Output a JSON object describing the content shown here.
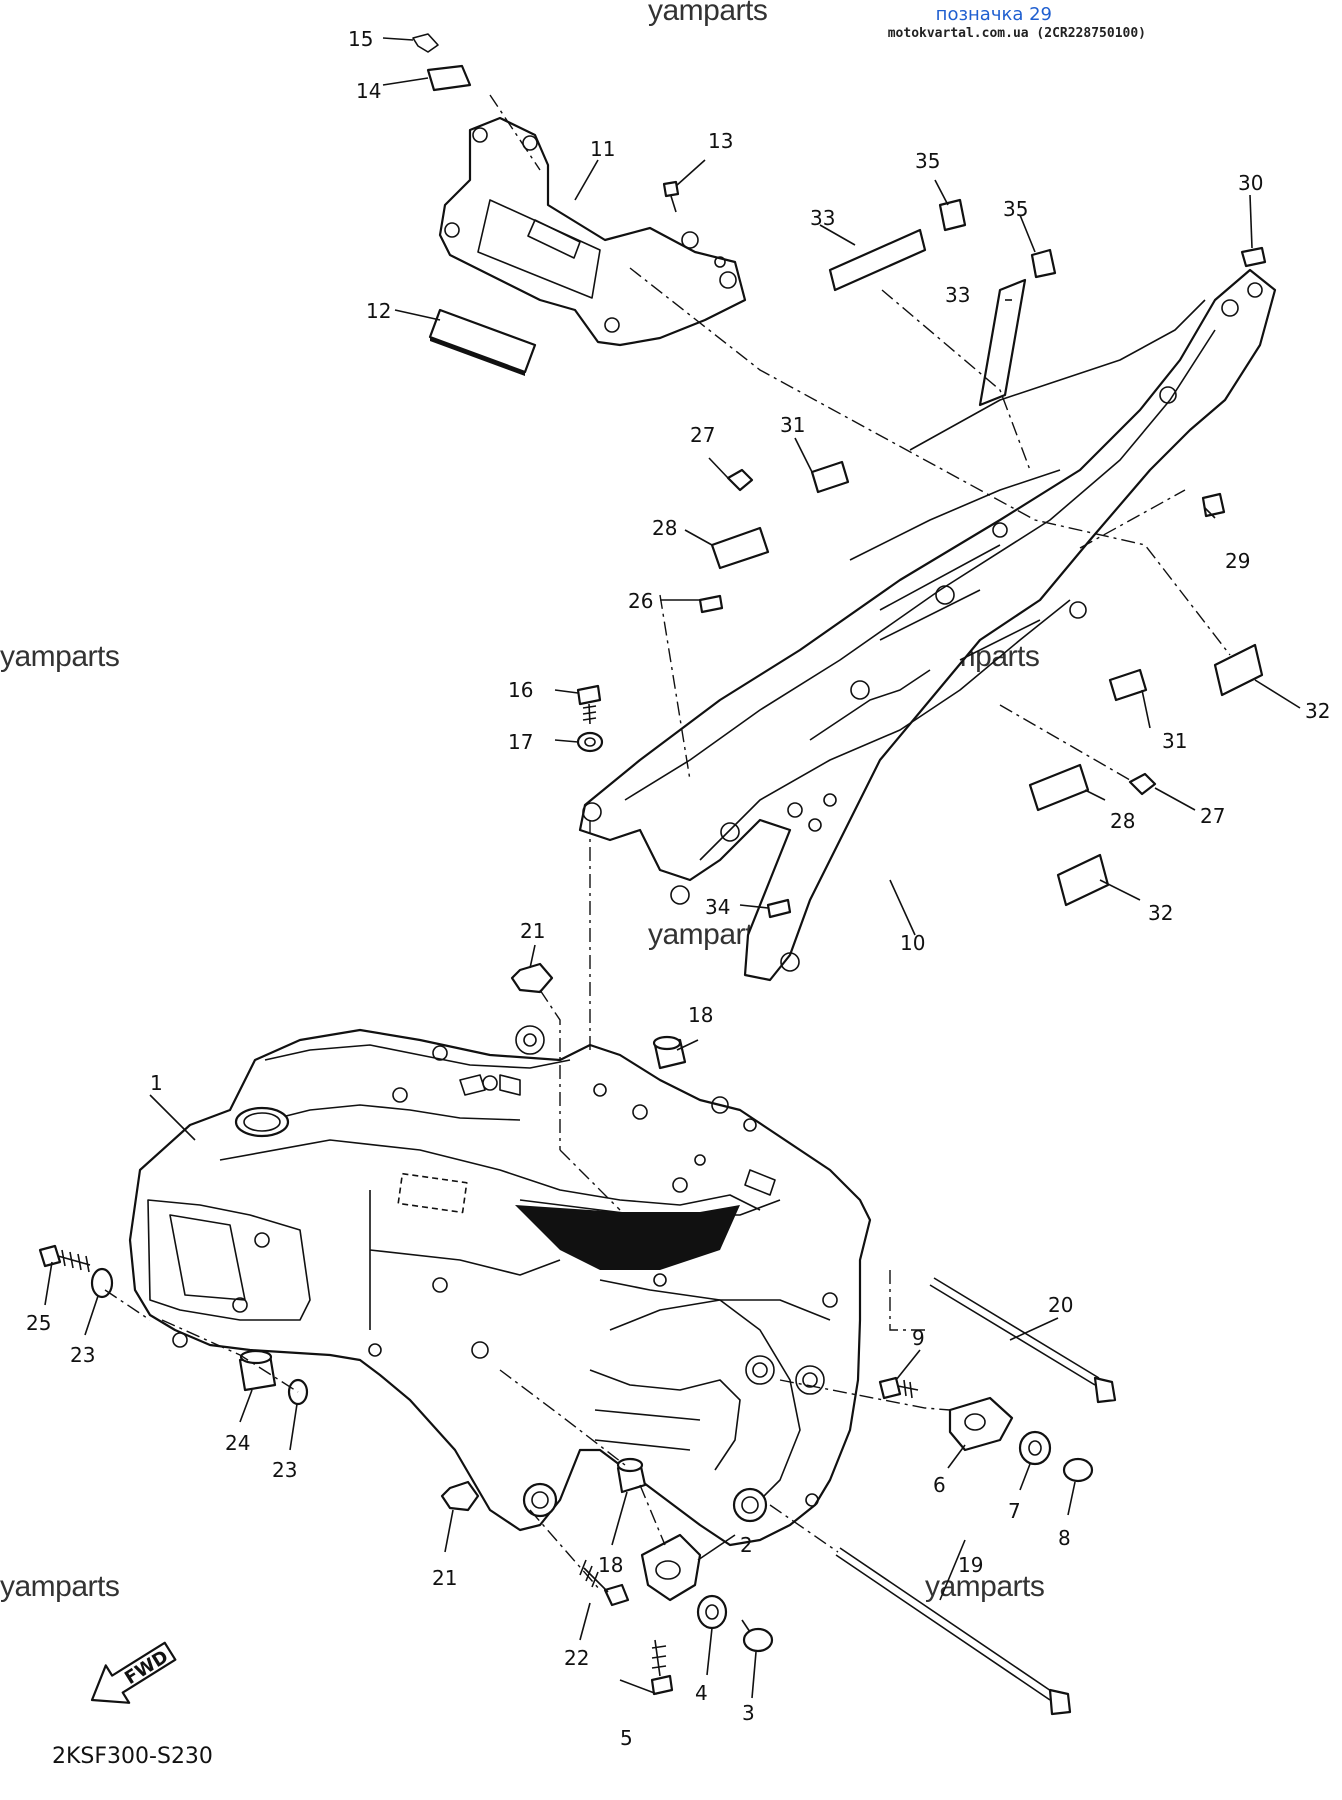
{
  "header": {
    "sticker_label": "позначка 29",
    "site_ref": "motokvartal.com.ua (2CR228750100)"
  },
  "watermark": "yamparts",
  "diagram_code": "2KSF300-S230",
  "fwd_label": "FWD",
  "callouts": [
    "1",
    "2",
    "3",
    "4",
    "5",
    "6",
    "7",
    "8",
    "9",
    "10",
    "11",
    "12",
    "13",
    "14",
    "15",
    "16",
    "17",
    "18",
    "18",
    "19",
    "20",
    "21",
    "21",
    "22",
    "23",
    "23",
    "24",
    "25",
    "26",
    "27",
    "27",
    "28",
    "28",
    "29",
    "30",
    "31",
    "31",
    "32",
    "32",
    "33",
    "33",
    "34",
    "35",
    "35"
  ]
}
